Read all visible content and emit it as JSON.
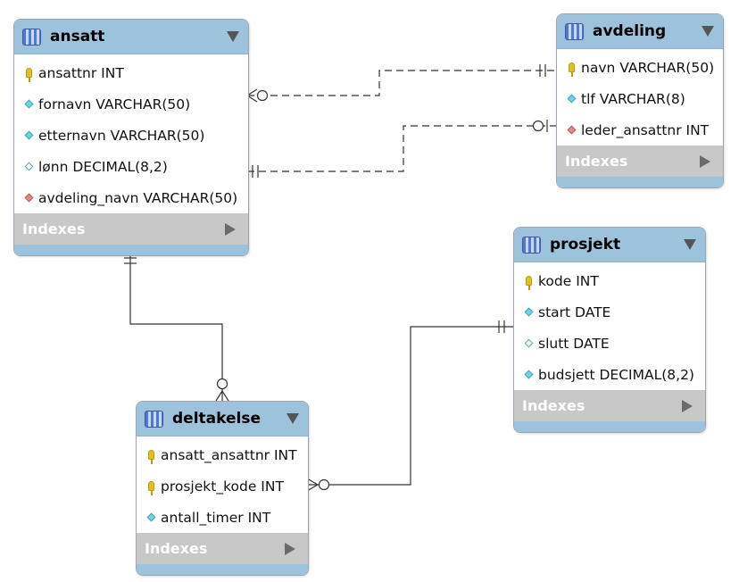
{
  "entities": {
    "ansatt": {
      "title": "ansatt",
      "columns": [
        {
          "icon": "primary-key-icon",
          "text": "ansattnr INT"
        },
        {
          "icon": "not-null-column-icon",
          "text": "fornavn VARCHAR(50)"
        },
        {
          "icon": "not-null-column-icon",
          "text": "etternavn VARCHAR(50)"
        },
        {
          "icon": "nullable-column-icon",
          "text": "lønn DECIMAL(8,2)"
        },
        {
          "icon": "foreign-key-icon",
          "text": "avdeling_navn VARCHAR(50)"
        }
      ],
      "indexes_label": "Indexes"
    },
    "avdeling": {
      "title": "avdeling",
      "columns": [
        {
          "icon": "primary-key-icon",
          "text": "navn VARCHAR(50)"
        },
        {
          "icon": "not-null-column-icon",
          "text": "tlf VARCHAR(8)"
        },
        {
          "icon": "foreign-key-icon",
          "text": "leder_ansattnr INT"
        }
      ],
      "indexes_label": "Indexes"
    },
    "prosjekt": {
      "title": "prosjekt",
      "columns": [
        {
          "icon": "primary-key-icon",
          "text": "kode INT"
        },
        {
          "icon": "not-null-column-icon",
          "text": "start DATE"
        },
        {
          "icon": "nullable-column-icon",
          "text": "slutt DATE"
        },
        {
          "icon": "not-null-column-icon",
          "text": "budsjett DECIMAL(8,2)"
        }
      ],
      "indexes_label": "Indexes"
    },
    "deltakelse": {
      "title": "deltakelse",
      "columns": [
        {
          "icon": "primary-key-icon",
          "text": "ansatt_ansattnr INT"
        },
        {
          "icon": "primary-key-icon",
          "text": "prosjekt_kode INT"
        },
        {
          "icon": "not-null-column-icon",
          "text": "antall_timer INT"
        }
      ],
      "indexes_label": "Indexes"
    }
  },
  "colors": {
    "header": "#9dc3dc",
    "indexes_bar": "#c8c8c8",
    "line": "#333333"
  }
}
